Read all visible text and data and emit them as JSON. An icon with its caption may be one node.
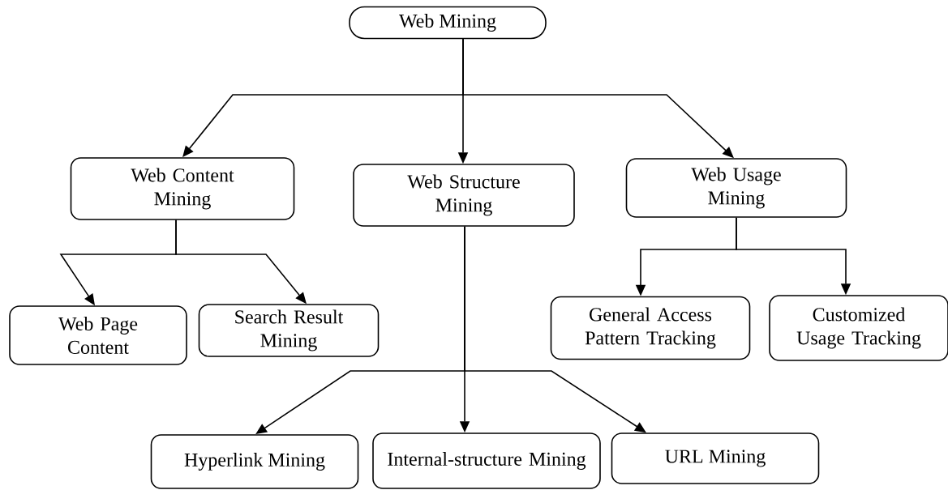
{
  "diagram": {
    "nodes": [
      {
        "text": [
          "Web Mining"
        ]
      },
      {
        "text": [
          "Web Content Mining"
        ]
      },
      {
        "text": [
          "Web Structure Mining"
        ]
      },
      {
        "text": [
          "Web Usage Mining"
        ]
      },
      {
        "text": [
          "Web Page Content"
        ]
      },
      {
        "text": [
          "Search Result Mining"
        ]
      },
      {
        "text": [
          "General Access Pattern Tracking"
        ]
      },
      {
        "text": [
          "Customized Usage Tracking"
        ]
      },
      {
        "text": [
          "Hyperlink Mining"
        ]
      },
      {
        "text": [
          "Internal-structure Mining"
        ]
      },
      {
        "text": [
          "URL Mining"
        ]
      }
    ],
    "edges": [
      {
        "from": 0,
        "to": 1,
        "arrow": "to"
      },
      {
        "from": 0,
        "to": 2,
        "arrow": "to"
      },
      {
        "from": 0,
        "to": 3,
        "arrow": "to"
      },
      {
        "from": 1,
        "to": 4,
        "arrow": "to"
      },
      {
        "from": 1,
        "to": 5,
        "arrow": "to"
      },
      {
        "from": 2,
        "to": 8,
        "arrow": "to"
      },
      {
        "from": 2,
        "to": 9,
        "arrow": "to"
      },
      {
        "from": 2,
        "to": 10,
        "arrow": "to"
      },
      {
        "from": 3,
        "to": 6,
        "arrow": "to"
      },
      {
        "from": 3,
        "to": 7,
        "arrow": "to"
      }
    ]
  }
}
